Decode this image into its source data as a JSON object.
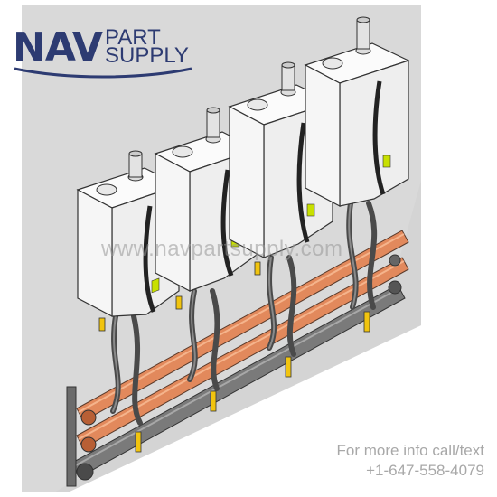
{
  "brand": {
    "nav": "NAV",
    "part": "PART",
    "supply": "SUPPLY",
    "color": "#2d3b72"
  },
  "watermark": "www.navpartsupply.com",
  "contact": {
    "line1": "For more info call/text",
    "line2": "+1-647-558-4079"
  },
  "colors": {
    "wall": "#d9d9d9",
    "heater_body": "#f4f4f4",
    "copper_pipe": "#e2895c",
    "gray_pipe": "#7a7a7a",
    "valve": "#f1c40f",
    "display": "#c8e000"
  },
  "heater_count": 4
}
